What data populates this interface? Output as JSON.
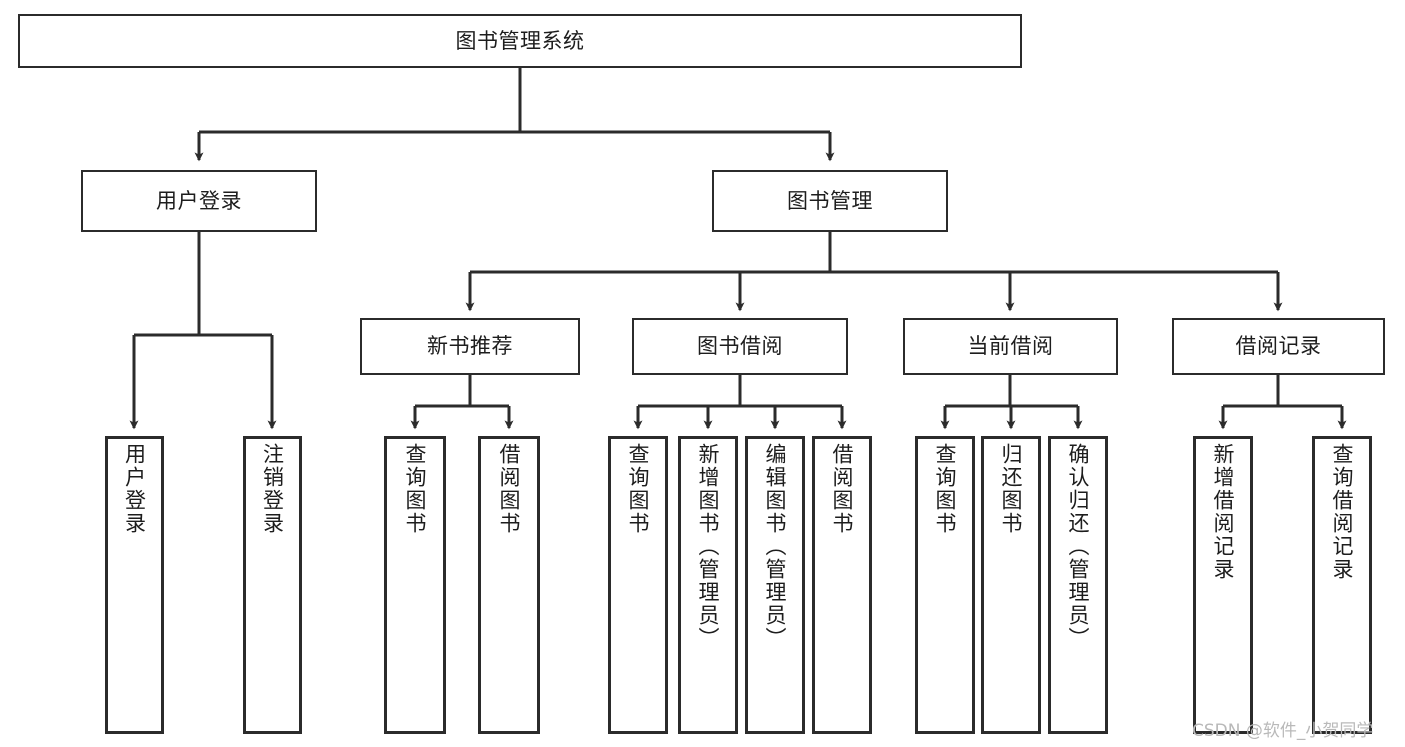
{
  "diagram": {
    "type": "tree",
    "title": "图书管理系统",
    "orientation": "top-down",
    "colors": {
      "box_border": "#2b2b2b",
      "box_fill": "#ffffff",
      "edge": "#2b2b2b",
      "text": "#1d1d1d",
      "watermark": "#b9b9b9"
    },
    "root": {
      "label": "图书管理系统"
    },
    "level2": [
      {
        "label": "用户登录"
      },
      {
        "label": "图书管理"
      }
    ],
    "level3": [
      {
        "label": "新书推荐"
      },
      {
        "label": "图书借阅"
      },
      {
        "label": "当前借阅"
      },
      {
        "label": "借阅记录"
      }
    ],
    "leaves": {
      "user_login": [
        {
          "label": "用户登录"
        },
        {
          "label": "注销登录"
        }
      ],
      "new_book_recommend": [
        {
          "label": "查询图书"
        },
        {
          "label": "借阅图书"
        }
      ],
      "book_borrow": [
        {
          "label": "查询图书"
        },
        {
          "label": "新增图书（管理员）"
        },
        {
          "label": "编辑图书（管理员）"
        },
        {
          "label": "借阅图书"
        }
      ],
      "current_borrow": [
        {
          "label": "查询图书"
        },
        {
          "label": "归还图书"
        },
        {
          "label": "确认归还（管理员）"
        }
      ],
      "borrow_record": [
        {
          "label": "新增借阅记录"
        },
        {
          "label": "查询借阅记录"
        }
      ]
    }
  },
  "watermark": {
    "text": "CSDN @软件_小贺同学"
  }
}
